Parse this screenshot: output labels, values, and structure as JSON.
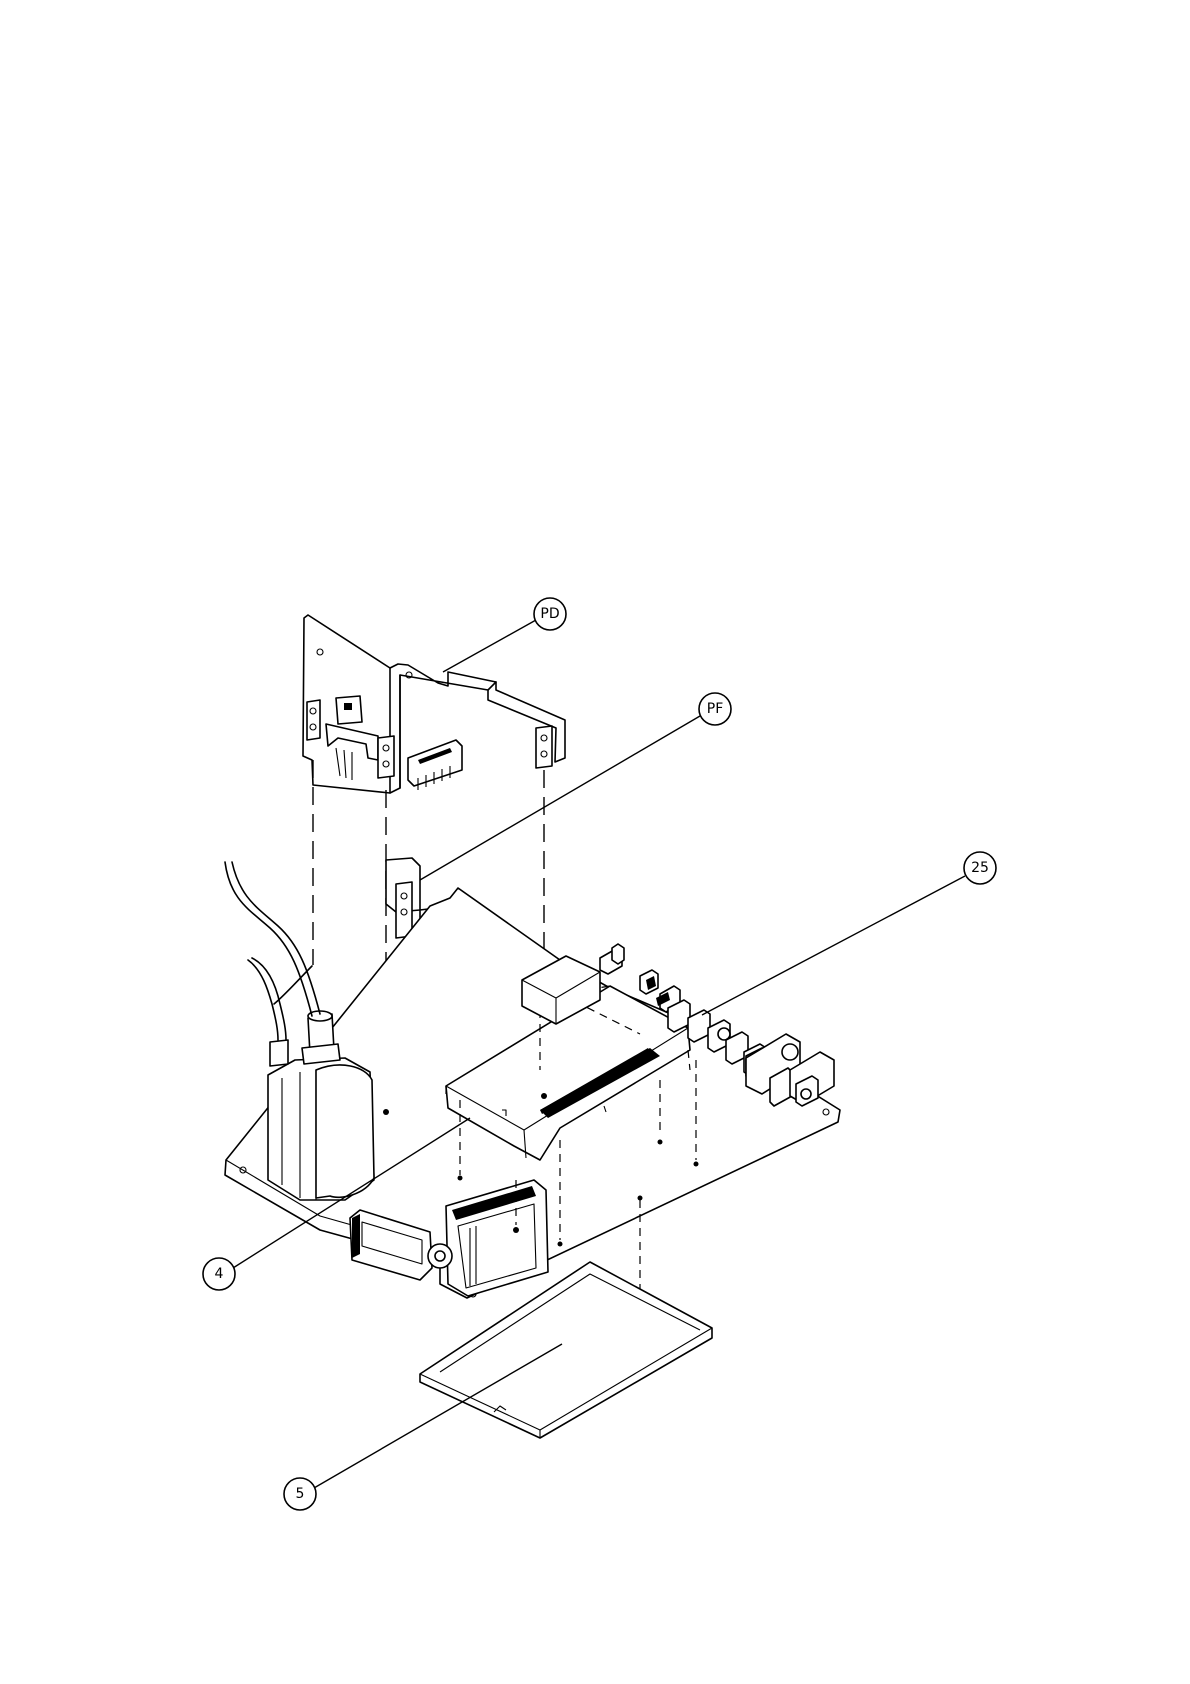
{
  "diagram": {
    "callouts": [
      {
        "id": "pd",
        "label": "PD"
      },
      {
        "id": "pf",
        "label": "PF"
      },
      {
        "id": "c25",
        "label": "25"
      },
      {
        "id": "c4",
        "label": "4"
      },
      {
        "id": "c5",
        "label": "5"
      }
    ]
  }
}
